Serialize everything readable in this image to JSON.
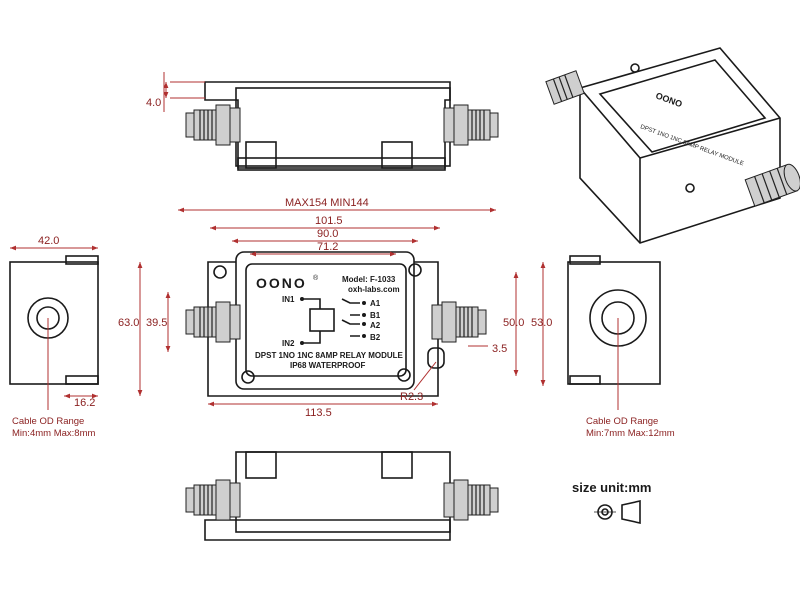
{
  "brand": "OONO",
  "brand_mark": "®",
  "model": "Model: F-1033",
  "website": "oxh-labs.com",
  "module_line1": "DPST 1NO 1NC 8AMP RELAY MODULE",
  "module_line2": "IP68 WATERPROOF",
  "terminals": {
    "in1": "IN1",
    "in2": "IN2",
    "a1": "A1",
    "b1": "B1",
    "a2": "A2",
    "b2": "B2"
  },
  "dimensions": {
    "d_4_0": "4.0",
    "d_max_min": "MAX154  MIN144",
    "d_101_5": "101.5",
    "d_90_0": "90.0",
    "d_71_2": "71.2",
    "d_63_0": "63.0",
    "d_39_5": "39.5",
    "d_50_0": "50.0",
    "d_53_0": "53.0",
    "d_3_5": "3.5",
    "d_r2_3": "R2.3",
    "d_113_5": "113.5",
    "d_42_0": "42.0",
    "d_16_2": "16.2"
  },
  "cable_left": {
    "title": "Cable  OD  Range",
    "range": "Min:4mm  Max:8mm"
  },
  "cable_right": {
    "title": "Cable  OD  Range",
    "range": "Min:7mm  Max:12mm"
  },
  "size_unit": "size unit:mm",
  "colors": {
    "dimension": "#8a1f1f",
    "outline": "#1a1a1a",
    "gland": "#cfcfcf"
  }
}
